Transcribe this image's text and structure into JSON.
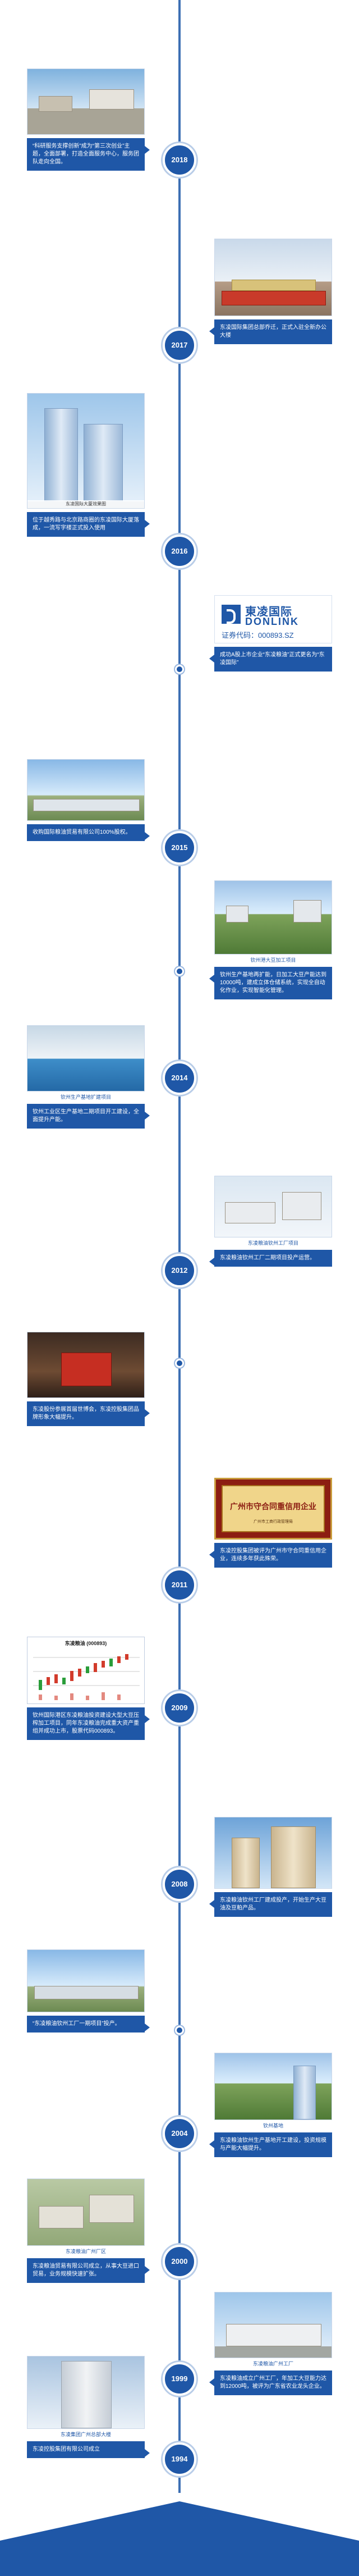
{
  "years": [
    "2018",
    "2017",
    "2016",
    "2015",
    "2014",
    "2012",
    "2011",
    "2009",
    "2008",
    "2004",
    "2000",
    "1999",
    "1994"
  ],
  "entries": {
    "e2018": {
      "text": "“科研服务支撑创新”成为“第三次创业”主题，全面部署，打造全面服务中心，服务团队走向全国。"
    },
    "e2017": {
      "text": "东凌国际集团总部乔迁，正式入驻全新办公大楼"
    },
    "e2016a": {
      "caption": "东凌国际大厦效果图",
      "text": "位于越秀路与北京路商圈的东凌国际大厦落成，一流写字楼正式投入使用"
    },
    "e2016b": {
      "logo_cn": "東凌国际",
      "logo_en": "DONLINK",
      "logo_code": "证券代码：000893.SZ",
      "text": "成功A股上市企业“东凌粮油”正式更名为“东凌国际”"
    },
    "e2015a": {
      "text": "收购国际粮油贸易有限公司100%股权。"
    },
    "e2015b": {
      "caption": "钦州港大豆加工项目",
      "text": "钦州生产基地再扩能，日加工大豆产能达到10000吨，建成立体仓储系统，实现全自动化作业，实现智能化管理。"
    },
    "e2014": {
      "caption": "钦州生产基地扩建项目",
      "text": "钦州工业区生产基地二期项目开工建设，全面提升产能。"
    },
    "e2012": {
      "caption": "东凌粮油钦州工厂项目",
      "text": "东凌粮油钦州工厂二期项目投产运营。"
    },
    "e2010": {
      "text": "东凌股份参展首届世博会，东凌控股集团品牌形象大幅提升。"
    },
    "e2011": {
      "plaque_title": "广州市守合同重信用企业",
      "plaque_sub": "广州市工商行政管理局",
      "text": "东凌控股集团被评为广州市守合同重信用企业，连续多年获此殊荣。"
    },
    "e2009": {
      "chart_title": "东凌粮油 (000893)",
      "text": "钦州国际港区东凌粮油投资建设大型大豆压榨加工项目，同年东凌粮油完成重大资产重组并成功上市，股票代码000893。"
    },
    "e2008": {
      "text": "东凌粮油钦州工厂建成投产，开始生产大豆油及豆粕产品。"
    },
    "e2006": {
      "text": "“东凌粮油钦州工厂一期项目”投产。"
    },
    "e2004": {
      "caption": "钦州基地",
      "text": "东凌粮油钦州生产基地开工建设，投资规模与产能大幅提升。"
    },
    "e2002": {
      "caption": "东凌粮油广州厂区",
      "text": "东凌粮油贸易有限公司成立，从事大豆进口贸易，业务规模快速扩张。"
    },
    "e2000": {
      "caption": "东凌粮油广州工厂",
      "text": "东凌粮油成立广州工厂，年加工大豆能力达到12000吨，被评为广东省农业龙头企业。"
    },
    "e1994": {
      "caption": "东凌集团广州总部大楼",
      "text": "东凌控股集团有限公司成立"
    }
  },
  "colors": {
    "primary": "#1f57a7",
    "axis": "#3d6fb3",
    "ring": "#b9cde8"
  }
}
